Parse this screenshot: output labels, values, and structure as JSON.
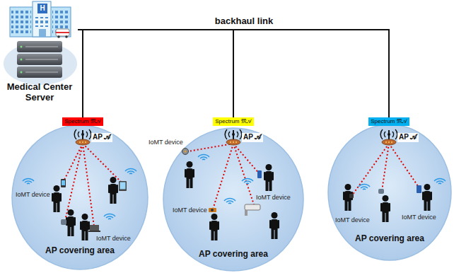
{
  "diagram": {
    "nodes": [
      {
        "text": [
          "Medical Center Server"
        ]
      },
      {
        "text": [
          "Spectrum 𝔐𝒜"
        ]
      },
      {
        "text": [
          "AP 𝒜"
        ]
      },
      {
        "text": [
          "AP covering area"
        ]
      },
      {
        "text": [
          "Spectrum 𝔐𝒜"
        ]
      },
      {
        "text": [
          "AP 𝒜"
        ]
      },
      {
        "text": [
          "AP covering area"
        ]
      },
      {
        "text": [
          "Spectrum 𝔐𝒜"
        ]
      },
      {
        "text": [
          "AP 𝒜"
        ]
      },
      {
        "text": [
          "AP covering area"
        ]
      }
    ],
    "edges": [
      {
        "from": 0,
        "to": 1,
        "arrow": "none"
      },
      {
        "from": 0,
        "to": 4,
        "arrow": "none",
        "label": "backhaul link"
      },
      {
        "from": 0,
        "to": 7,
        "arrow": "none"
      }
    ],
    "labels": [
      "H",
      "IoMT device",
      "IoMT device",
      "IoMT device",
      "IoMT device",
      "IoMT device",
      "IoMT device",
      "IoMT device"
    ]
  }
}
